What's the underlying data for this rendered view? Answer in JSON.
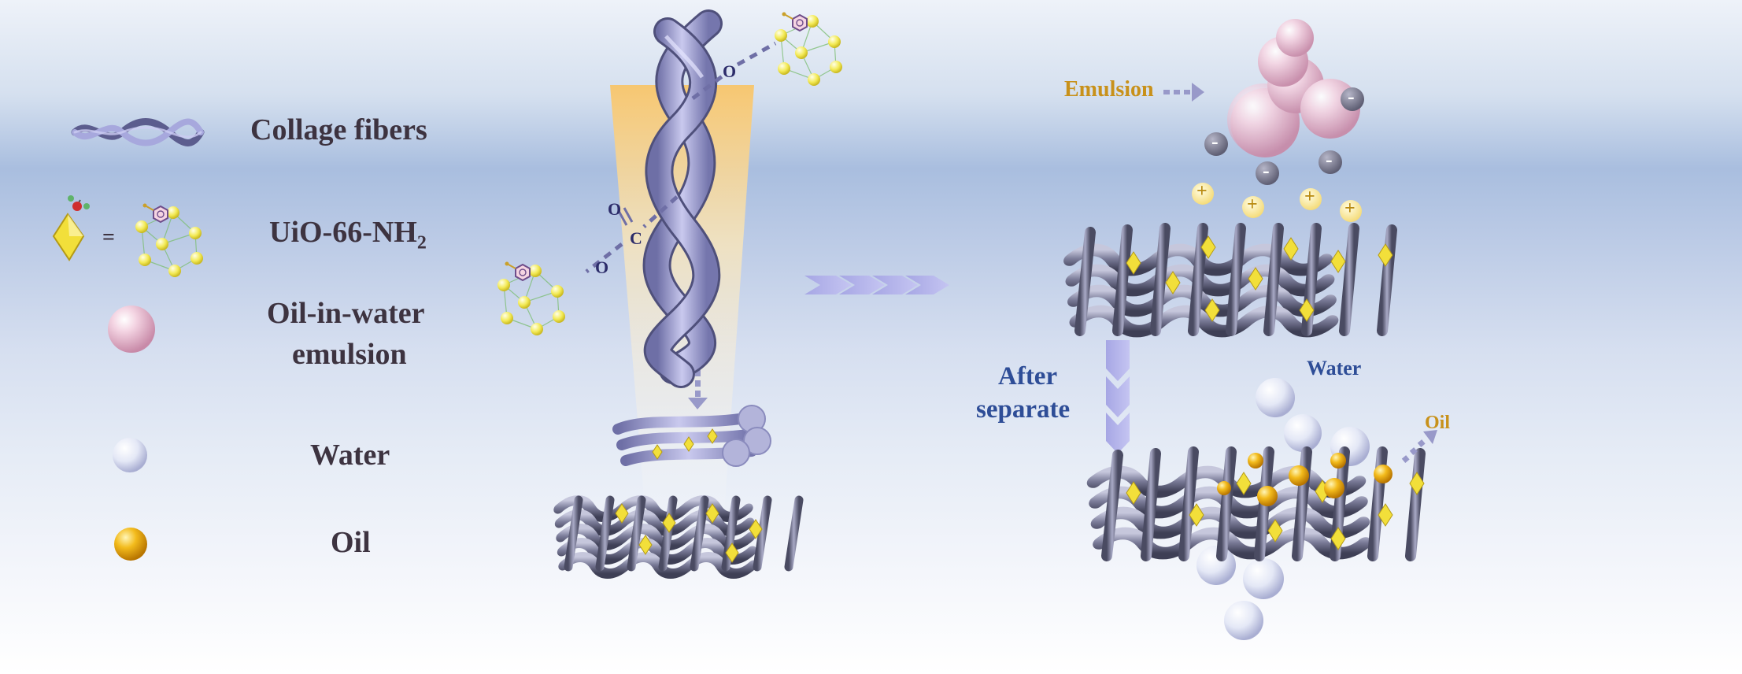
{
  "legend": {
    "collagen": "Collage fibers",
    "uio": "UiO-66-NH",
    "uio_sub": "2",
    "equals": "=",
    "emulsion_line1": "Oil-in-water",
    "emulsion_line2": "emulsion",
    "water": "Water",
    "oil": "Oil"
  },
  "center": {
    "o_top": "O",
    "o_carbonyl": "O",
    "c": "C",
    "o_lower": "O"
  },
  "process": {
    "emulsion": "Emulsion",
    "after_line1": "After",
    "after_line2": "separate",
    "water": "Water",
    "oil": "Oil",
    "minus": "-",
    "plus": "+"
  },
  "colors": {
    "fiber": "#8e8fc6",
    "mesh": "#6e6f8d",
    "label_dark": "#3d3340",
    "label_blue": "#2e4d97",
    "label_gold": "#c8911a",
    "mof_ball": "#f3ea55",
    "mof_crystal": "#f2df3a",
    "emulsion_drop": "#ebb9cf",
    "oil_drop": "#f2b015"
  }
}
